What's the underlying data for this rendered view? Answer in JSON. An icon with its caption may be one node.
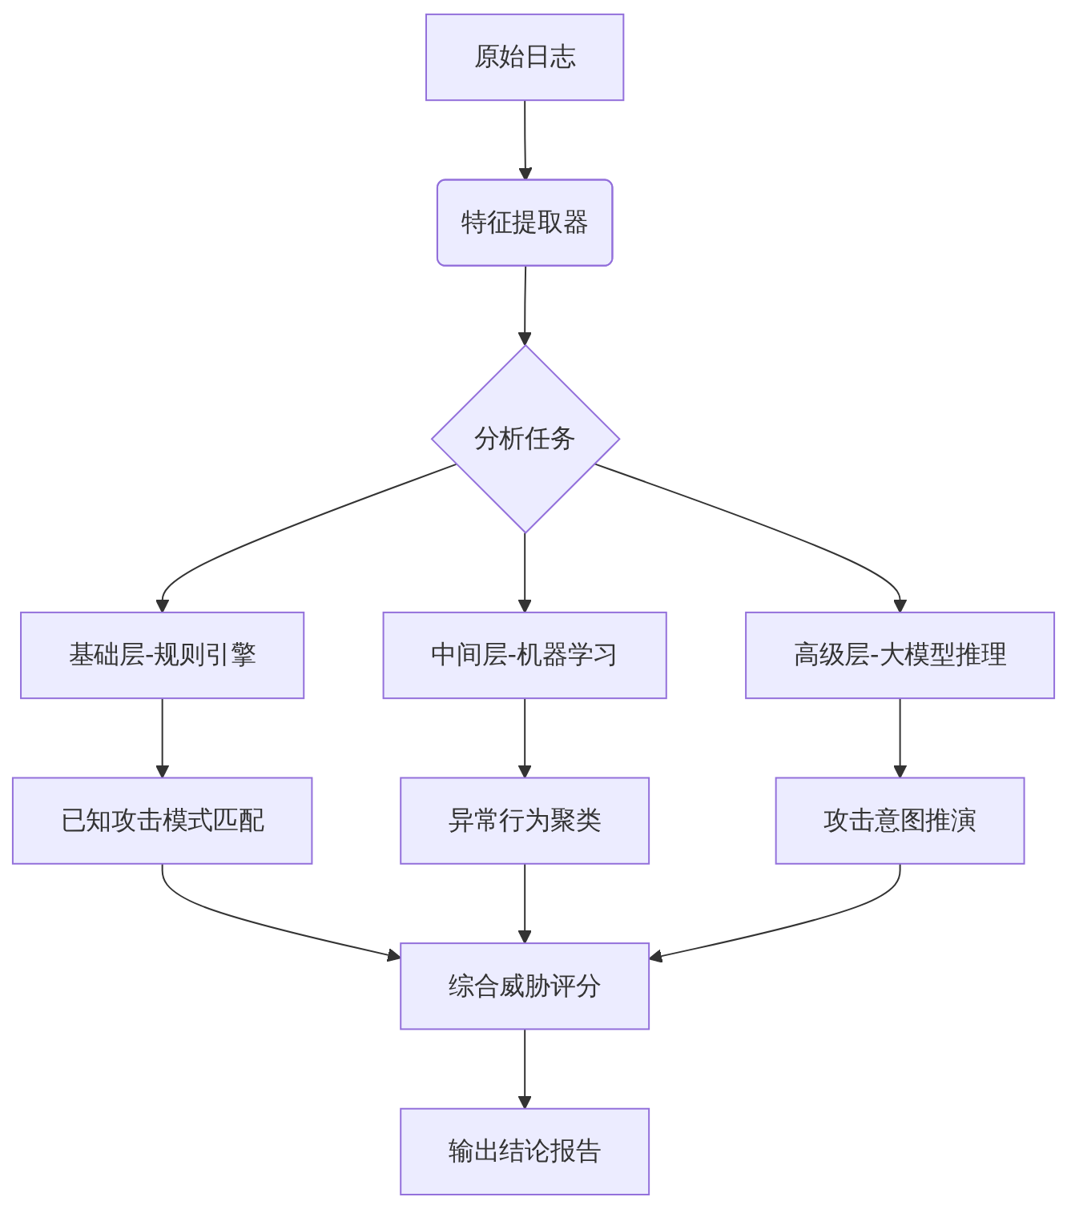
{
  "diagram": {
    "nodes": [
      {
        "text": [
          "原始日志"
        ]
      },
      {
        "text": [
          "特征提取器"
        ]
      },
      {
        "text": [
          "分析任务"
        ]
      },
      {
        "text": [
          "基础层-规则引擎"
        ]
      },
      {
        "text": [
          "中间层-机器学习"
        ]
      },
      {
        "text": [
          "高级层-大模型推理"
        ]
      },
      {
        "text": [
          "已知攻击模式匹配"
        ]
      },
      {
        "text": [
          "异常行为聚类"
        ]
      },
      {
        "text": [
          "攻击意图推演"
        ]
      },
      {
        "text": [
          "综合威胁评分"
        ]
      },
      {
        "text": [
          "输出结论报告"
        ]
      }
    ],
    "edges": [
      {
        "from": 0,
        "to": 1,
        "arrow": "to"
      },
      {
        "from": 1,
        "to": 2,
        "arrow": "to"
      },
      {
        "from": 2,
        "to": 3,
        "arrow": "to"
      },
      {
        "from": 2,
        "to": 4,
        "arrow": "to"
      },
      {
        "from": 2,
        "to": 5,
        "arrow": "to"
      },
      {
        "from": 3,
        "to": 6,
        "arrow": "to"
      },
      {
        "from": 4,
        "to": 7,
        "arrow": "to"
      },
      {
        "from": 5,
        "to": 8,
        "arrow": "to"
      },
      {
        "from": 6,
        "to": 9,
        "arrow": "to"
      },
      {
        "from": 7,
        "to": 9,
        "arrow": "to"
      },
      {
        "from": 8,
        "to": 9,
        "arrow": "to"
      },
      {
        "from": 9,
        "to": 10,
        "arrow": "to"
      }
    ]
  }
}
